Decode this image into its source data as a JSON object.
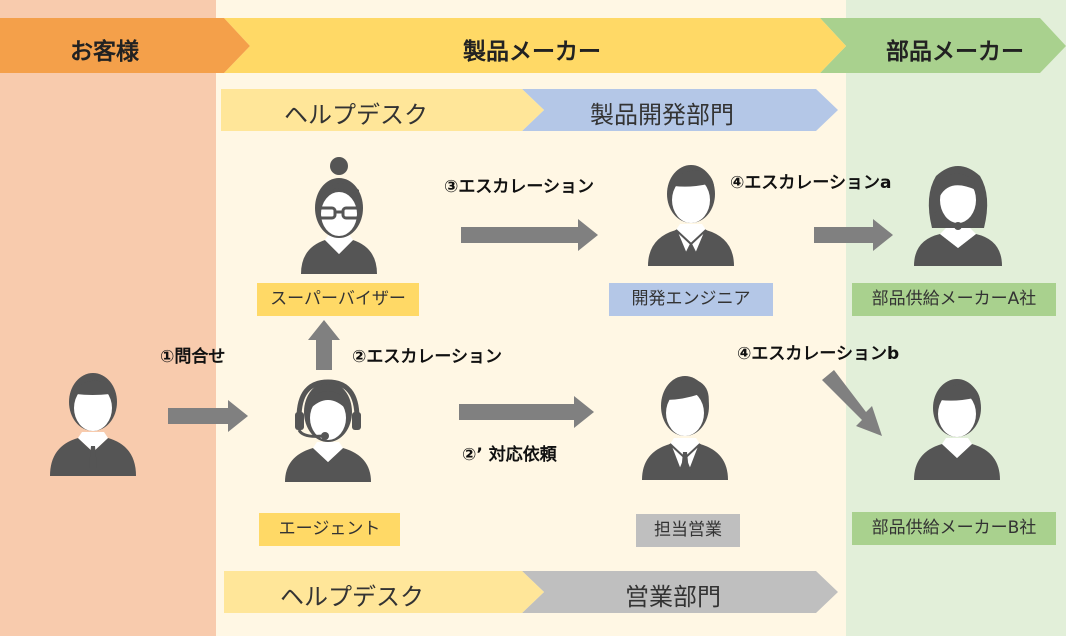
{
  "columns": {
    "customer": {
      "title": "お客様"
    },
    "manufacturer": {
      "title": "製品メーカー"
    },
    "parts": {
      "title": "部品メーカー"
    }
  },
  "chevrons": {
    "helpdesk_top": "ヘルプデスク",
    "dev_dept": "製品開発部門",
    "helpdesk_bottom": "ヘルプデスク",
    "sales_dept": "営業部門"
  },
  "roles": {
    "supervisor": "スーパーバイザー",
    "agent": "エージェント",
    "dev_engineer": "開発エンジニア",
    "sales_rep": "担当営業",
    "supplier_a": "部品供給メーカーA社",
    "supplier_b": "部品供給メーカーB社"
  },
  "steps": {
    "inquiry": "①問合せ",
    "escalation2": "②エスカレーション",
    "request2": "②’ 対応依頼",
    "escalation3": "③エスカレーション",
    "escalation4a": "④エスカレーションa",
    "escalation4b": "④エスカレーションb"
  },
  "colors": {
    "customer_bg": "#f8cbad",
    "manufacturer_bg": "#fff7e4",
    "parts_bg": "#e2efd9",
    "orange": "#f4a04a",
    "yellow": "#ffd966",
    "blue": "#b4c7e7",
    "green": "#a9d18e",
    "gray": "#bfbfbf",
    "arrow": "#808080",
    "figure": "#555555"
  }
}
